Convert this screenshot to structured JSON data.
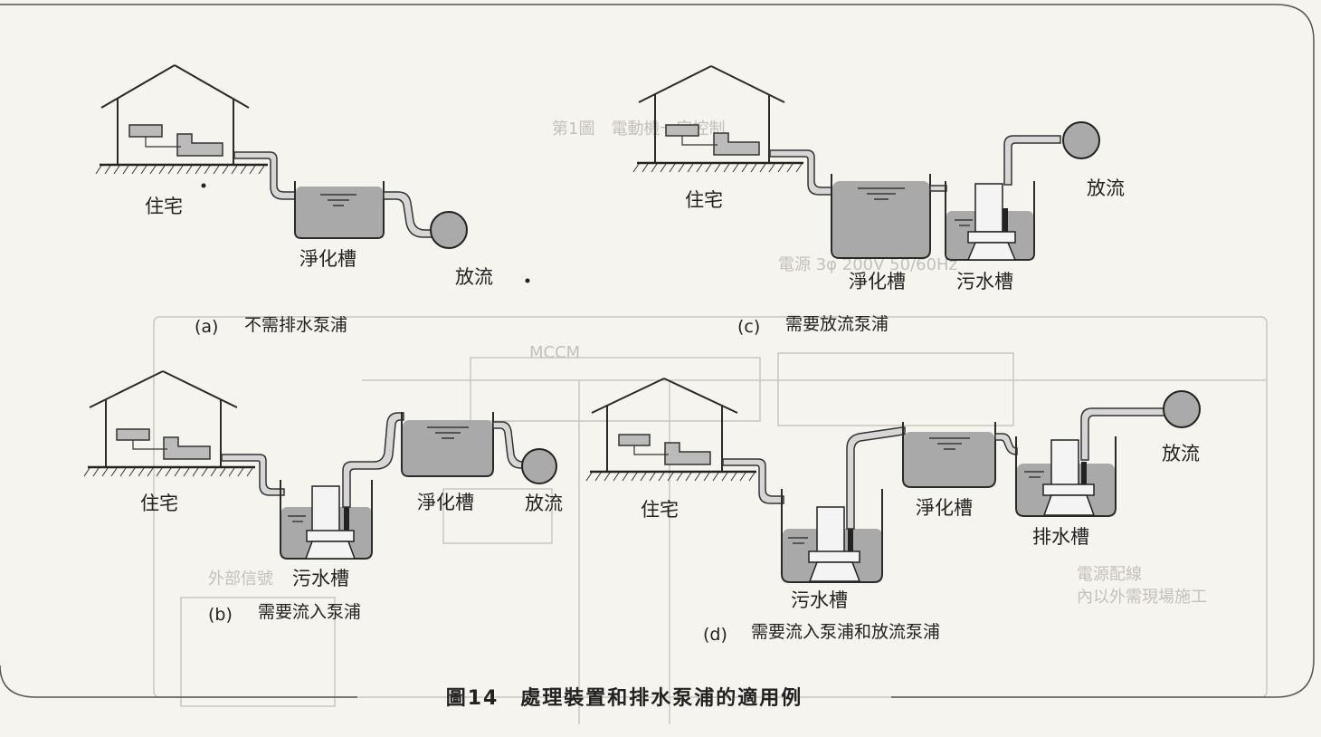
{
  "figure": {
    "title": "圖14　處理裝置和排水泵浦的適用例",
    "panels": {
      "a": {
        "letter": "(a)",
        "caption": "不需排水泵浦",
        "labels": {
          "house": "住宅",
          "septic": "淨化槽",
          "outlet": "放流"
        }
      },
      "b": {
        "letter": "(b)",
        "caption": "需要流入泵浦",
        "labels": {
          "house": "住宅",
          "sewage": "污水槽",
          "septic": "淨化槽",
          "outlet": "放流"
        }
      },
      "c": {
        "letter": "(c)",
        "caption": "需要放流泵浦",
        "labels": {
          "house": "住宅",
          "septic": "淨化槽",
          "sewage": "污水槽",
          "outlet": "放流"
        }
      },
      "d": {
        "letter": "(d)",
        "caption": "需要流入泵浦和放流泵浦",
        "labels": {
          "house": "住宅",
          "sewage": "污水槽",
          "septic": "淨化槽",
          "drain": "排水槽",
          "outlet": "放流"
        }
      }
    }
  },
  "bleed": {
    "t1": "第1圖　電動機一定控制",
    "t2": "電源 3φ 200V 50/60Hz",
    "t3": "MCCM",
    "t4": "外部信號",
    "t5": "電源配線",
    "t6": "內以外需現場施工"
  }
}
